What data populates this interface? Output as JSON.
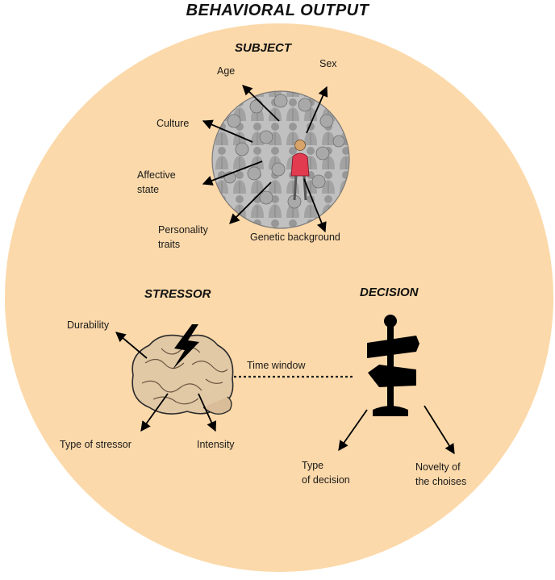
{
  "title": "BEHAVIORAL OUTPUT",
  "colors": {
    "background_circle": "#fcd9aa",
    "ink": "#000000",
    "brain": "#e2c9a6",
    "highlight_person": "#e23a4f"
  },
  "subject": {
    "heading": "SUBJECT",
    "labels": {
      "age": "Age",
      "sex": "Sex",
      "culture": "Culture",
      "affective_state": "Affective\nstate",
      "personality_traits": "Personality\ntraits",
      "genetic_background": "Genetic background"
    }
  },
  "stressor": {
    "heading": "STRESSOR",
    "labels": {
      "durability": "Durability",
      "type_of_stressor": "Type of stressor",
      "intensity": "Intensity"
    }
  },
  "link": {
    "label": "Time window"
  },
  "decision": {
    "heading": "DECISION",
    "labels": {
      "type_of_decision": "Type\nof decision",
      "novelty_of_choices": "Novelty of\nthe choises"
    }
  }
}
